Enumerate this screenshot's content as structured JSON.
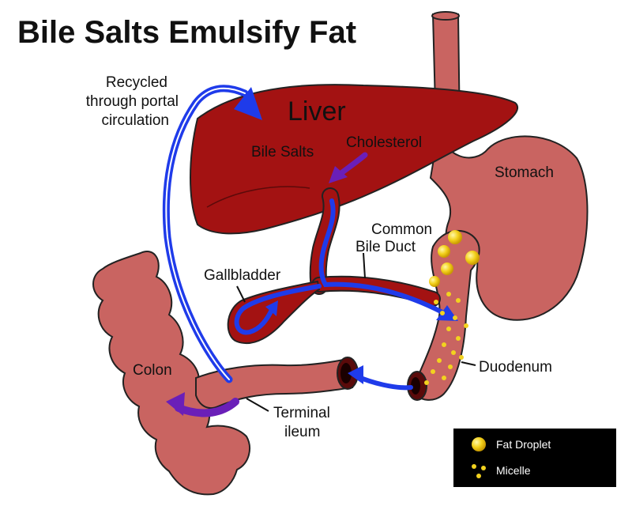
{
  "title": "Bile Salts Emulsify Fat",
  "labels": {
    "liver": "Liver",
    "bile_salts": "Bile Salts",
    "cholesterol": "Cholesterol",
    "stomach": "Stomach",
    "common_bile_duct_1": "Common",
    "common_bile_duct_2": "Bile Duct",
    "gallbladder": "Gallbladder",
    "duodenum": "Duodenum",
    "colon": "Colon",
    "terminal_ileum_1": "Terminal",
    "terminal_ileum_2": "ileum",
    "recycled_1": "Recycled",
    "recycled_2": "through portal",
    "recycled_3": "circulation"
  },
  "legend": {
    "fat_droplet": "Fat Droplet",
    "micelle": "Micelle"
  },
  "colors": {
    "liver": "#a31212",
    "organ": "#c96461",
    "arrow_blue": "#1f3bea",
    "arrow_purple": "#6a1fb8",
    "fat": "#f2d21f",
    "legend_bg": "#000000"
  }
}
